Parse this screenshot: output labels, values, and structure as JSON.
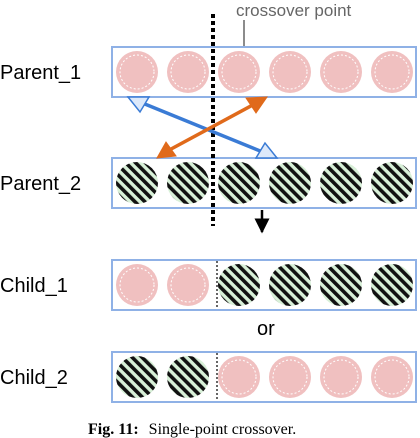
{
  "annotation": {
    "crossover_point": "crossover point"
  },
  "rows": [
    {
      "label": "Parent_1",
      "genes": [
        "red",
        "red",
        "red",
        "red",
        "red",
        "red"
      ]
    },
    {
      "label": "Parent_2",
      "genes": [
        "green",
        "green",
        "green",
        "green",
        "green",
        "green"
      ]
    },
    {
      "label": "Child_1",
      "genes": [
        "red",
        "red",
        "green",
        "green",
        "green",
        "green"
      ]
    },
    {
      "label": "Child_2",
      "genes": [
        "green",
        "green",
        "red",
        "red",
        "red",
        "red"
      ]
    }
  ],
  "or_text": "or",
  "caption": {
    "fig": "Fig. 11:",
    "text": "Single-point crossover."
  },
  "colors": {
    "frame": "#8fb1e6",
    "red_fill": "#f0c0c0",
    "red_ring": "#ffffff",
    "green_fill": "#d8f0d8",
    "stripe": "#111111",
    "blue_arrow": "#3a7bd5",
    "orange_arrow": "#e06a1b",
    "annotation_arrow": "#666666"
  }
}
